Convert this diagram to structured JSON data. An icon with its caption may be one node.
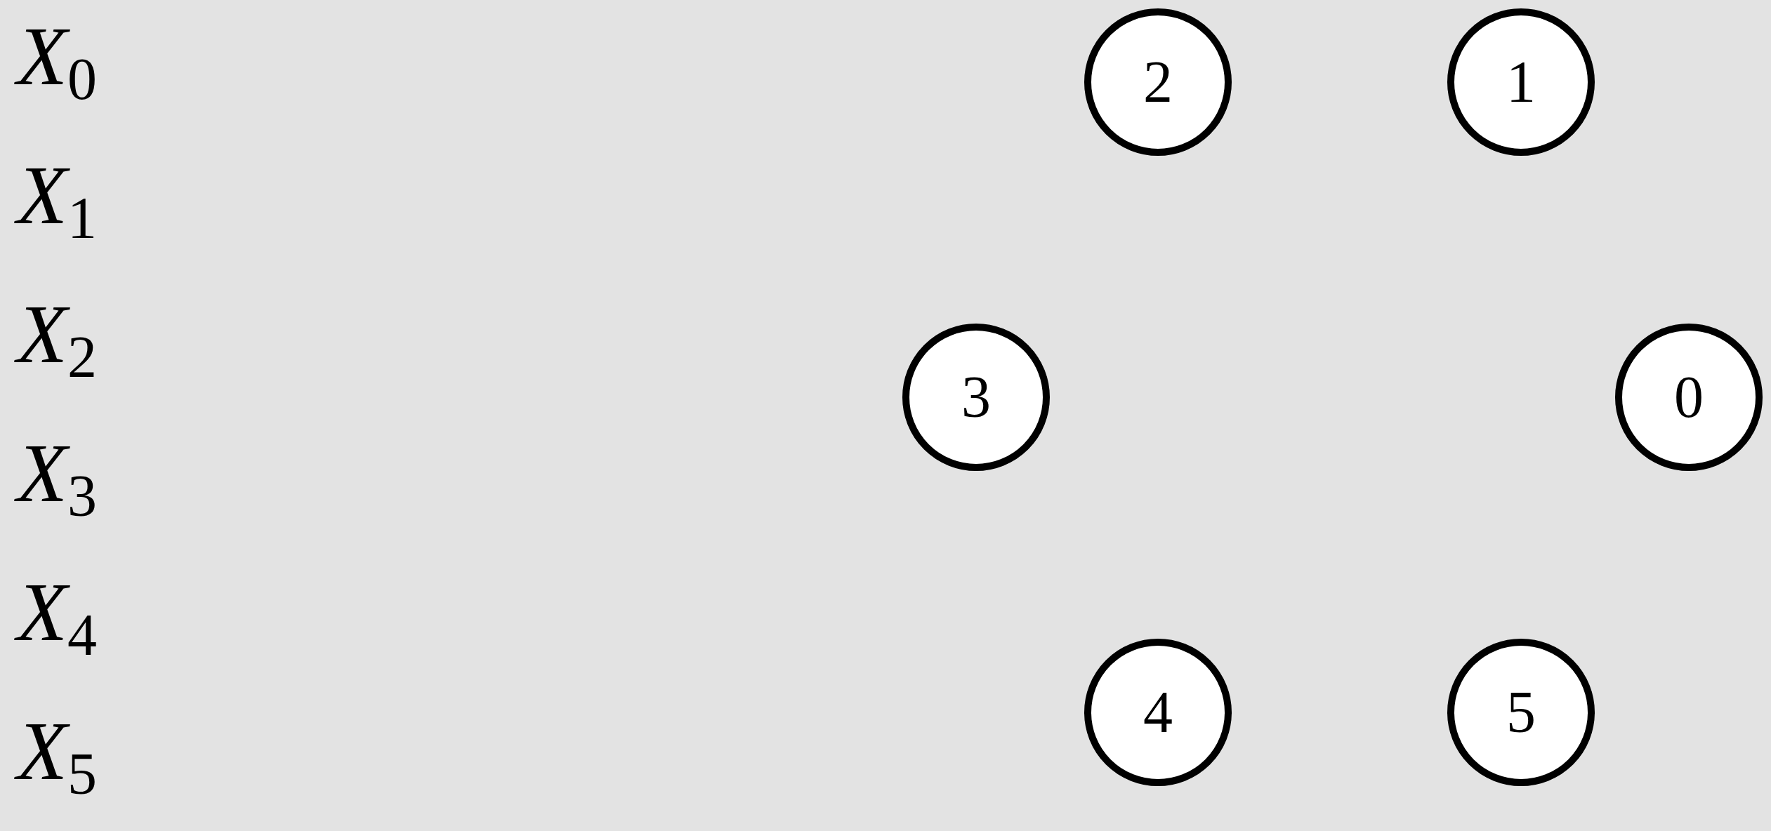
{
  "diagram": {
    "nodes": [
      {
        "text": [
          "2"
        ]
      },
      {
        "text": [
          "1"
        ]
      },
      {
        "text": [
          "3"
        ]
      },
      {
        "text": [
          "0"
        ]
      },
      {
        "text": [
          "4"
        ]
      },
      {
        "text": [
          "5"
        ]
      }
    ],
    "labels": [
      "*X*$_{0}$",
      "*X*$_{1}$",
      "*X*$_{2}$",
      "*X*$_{3}$",
      "*X*$_{4}$",
      "*X*$_{5}$"
    ]
  }
}
